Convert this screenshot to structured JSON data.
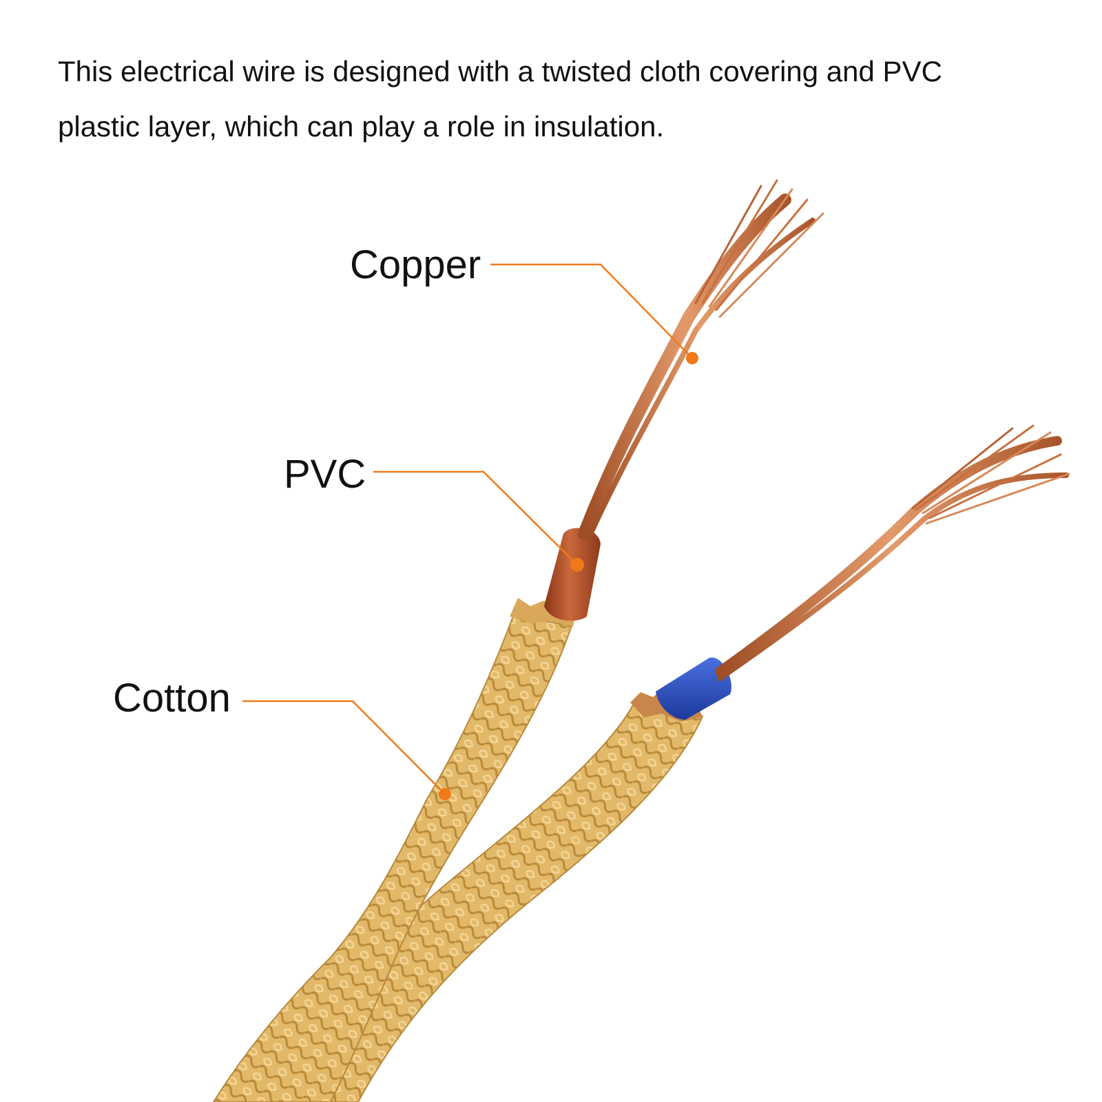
{
  "description": {
    "line1": "This electrical wire is designed with a twisted cloth covering and PVC",
    "line2": "plastic layer, which can play a role in insulation."
  },
  "callouts": {
    "copper": "Copper",
    "pvc": "PVC",
    "cotton": "Cotton"
  },
  "colors": {
    "callout_line": "#f07a1a",
    "cotton_braid": "#e2b968",
    "cotton_dark": "#b8893a",
    "copper": "#c8703f",
    "pvc_brown": "#b2502a",
    "pvc_blue": "#2a4fc0"
  }
}
